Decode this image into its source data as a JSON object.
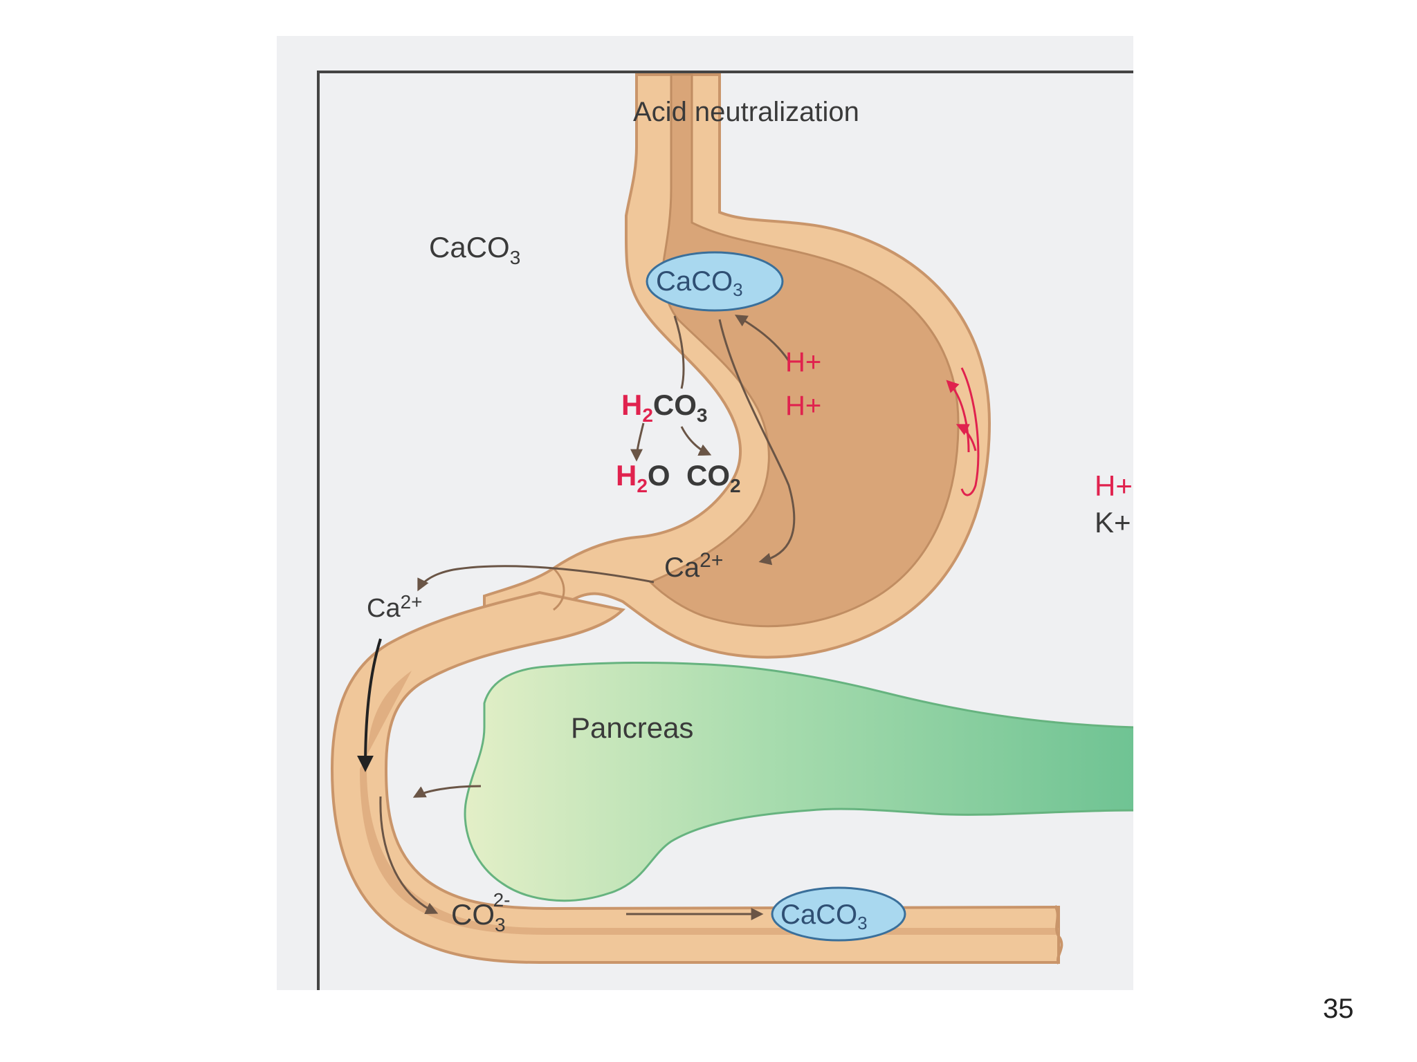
{
  "title": "Acid neutralization",
  "labels": {
    "caco3_outside": {
      "base": "CaCO",
      "sub": "3"
    },
    "caco3_stomach": {
      "base": "CaCO",
      "sub": "3"
    },
    "h_plus_1": "H+",
    "h_plus_2": "H+",
    "h2co3": {
      "h": "H",
      "sub": "2",
      "rest": "CO",
      "sub2": "3"
    },
    "h2o": {
      "h": "H",
      "sub": "2",
      "rest": "O"
    },
    "co2": {
      "base": "CO",
      "sub": "2"
    },
    "ca_stomach": {
      "base": "Ca",
      "sup": "2+"
    },
    "ca_duodenum": {
      "base": "Ca",
      "sup": "2+"
    },
    "h_k_h": "H+",
    "h_k_k": "K+",
    "pancreas": "Pancreas",
    "co3": {
      "base": "CO",
      "sub": "3",
      "sup": "2-"
    },
    "caco3_intestine": {
      "base": "CaCO",
      "sub": "3"
    }
  },
  "page_number": "35",
  "colors": {
    "panel_bg": "#eff0f2",
    "tract_outer": "#f0c79a",
    "tract_inner": "#d9a578",
    "tract_stroke": "#c9956a",
    "pancreas": "#8fd3a2",
    "pancreas_light": "#d8ecc0",
    "tablet": "#a9d8ef",
    "tablet_stroke": "#3a6f9a",
    "acid_text": "#e0224e"
  }
}
